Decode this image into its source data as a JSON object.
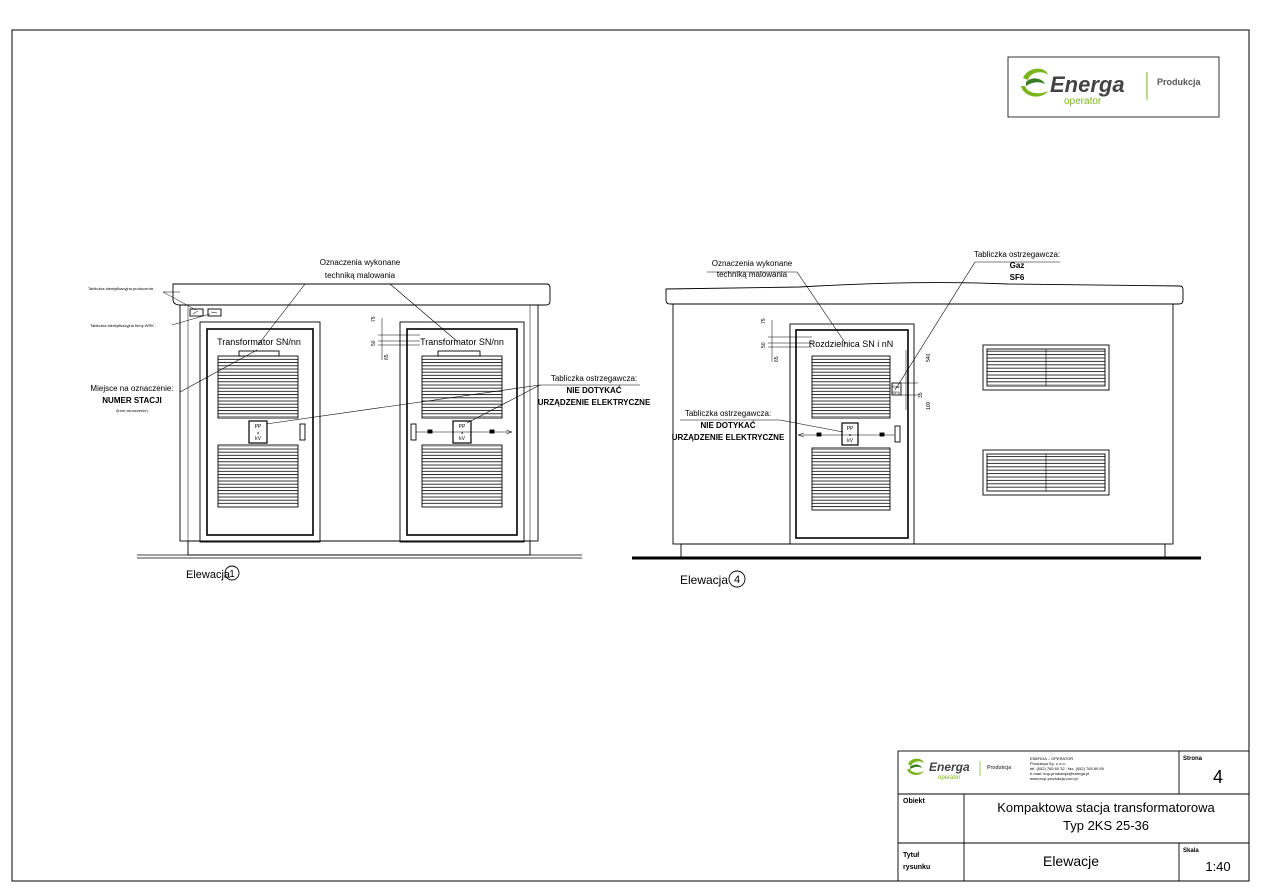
{
  "logo": {
    "brand": "Energa",
    "sub": "operator",
    "division": "Produkcja",
    "colors": {
      "green": "#7ab51d",
      "dark_green": "#3b7d23",
      "grey_text": "#555555",
      "brand_text": "#444444"
    }
  },
  "elevation1": {
    "label": "Elewacja",
    "number": "1",
    "callout_painted": [
      "Oznaczenia wykonane",
      "techniką malowania"
    ],
    "plate_producer": "Tabliczka identyfikacyjna producenta",
    "plate_operator": "Tabliczka identyfikacyjna firmy WRK",
    "place_marking": [
      "Miejsce na oznaczenie:",
      "NUMER STACJI",
      "(inne oznaczenie)"
    ],
    "door_left_title": "Transformator SN/nn",
    "door_right_title": "Transformator SN/nn",
    "warning": [
      "Tabliczka ostrzegawcza:",
      "NIE DOTYKAĆ",
      "URZĄDZENIE ELEKTRYCZNE"
    ],
    "dims": [
      "75",
      "50",
      "65"
    ],
    "plate_text": [
      "PP",
      "a",
      "kV"
    ]
  },
  "elevation4": {
    "label": "Elewacja",
    "number": "4",
    "callout_painted": [
      "Oznaczenia wykonane",
      "techniką malowania"
    ],
    "gas_warning": [
      "Tabliczka ostrzegawcza:",
      "Gaz",
      "SF6"
    ],
    "door_title": "Rozdzielnica SN i nN",
    "warning": [
      "Tabliczka ostrzegawcza:",
      "NIE DOTYKAĆ",
      "URZĄDZENIE ELEKTRYCZNE"
    ],
    "dims": [
      "75",
      "50",
      "65"
    ],
    "dims_right": [
      "540",
      "35",
      "100"
    ],
    "gas_plate": [
      "Gaz",
      "SF6"
    ],
    "plate_text": [
      "PP",
      "a",
      "kV"
    ]
  },
  "title_block": {
    "company": [
      "ENERGA – OPERATOR",
      "Produkcja Sp. z o.o.",
      "tel. (052) 765 60 32 ; fax. (052) 765 60 65",
      "e-mail: eop-produkcja@energa.pl",
      "www.eop-produkcja.com.pl"
    ],
    "sheet_label": "Strona",
    "sheet_no": "4",
    "object_label": "Obiekt",
    "object_title": [
      "Kompaktowa stacja transformatorowa",
      "Typ 2KS 25-36"
    ],
    "drawing_label": [
      "Tytuł",
      "rysunku"
    ],
    "drawing_title": "Elewacje",
    "scale_label": "Skala",
    "scale": "1:40"
  }
}
